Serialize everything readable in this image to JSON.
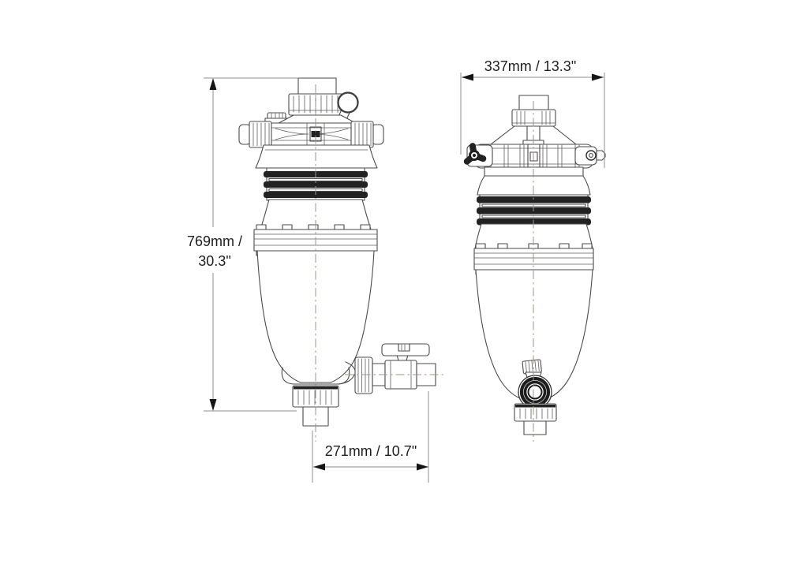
{
  "page": {
    "background": "#ffffff",
    "content_type": "two-view dimensional technical drawing of a filter unit"
  },
  "dimensions": {
    "height": {
      "line1": "769mm /",
      "line2": "30.3\""
    },
    "width_top": {
      "label": "337mm / 13.3\""
    },
    "width_bottom": {
      "label": "271mm / 10.7\""
    }
  },
  "colors": {
    "background": "#ffffff",
    "line": "#4b4b4b",
    "dark_fill": "#222222",
    "centerline": "#a3907d",
    "dimension_line": "#8f8f8f",
    "arrow": "#161616",
    "label_text": "#1f1f1f"
  }
}
